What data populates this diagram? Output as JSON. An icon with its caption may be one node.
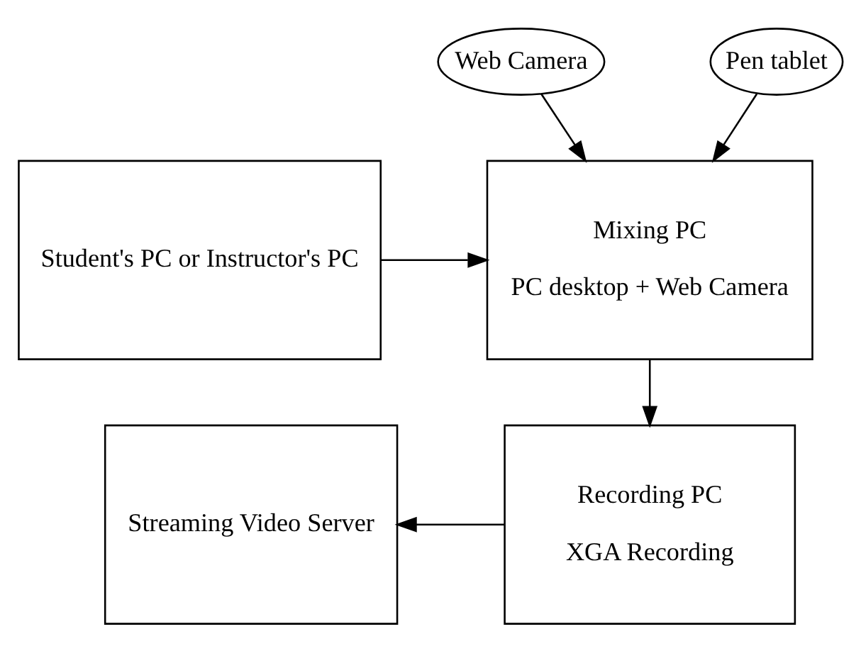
{
  "diagram": {
    "nodes": [
      {
        "text": [
          "Web Camera"
        ]
      },
      {
        "text": [
          "Pen tablet"
        ]
      },
      {
        "text": [
          "Student's PC or Instructor's PC"
        ]
      },
      {
        "text": [
          "Mixing PC",
          "PC desktop + Web Camera"
        ]
      },
      {
        "text": [
          "Streaming Video Server"
        ]
      },
      {
        "text": [
          "Recording PC",
          "XGA Recording"
        ]
      }
    ],
    "edges": [
      {
        "from": 0,
        "to": 3,
        "arrow": "to"
      },
      {
        "from": 1,
        "to": 3,
        "arrow": "to"
      },
      {
        "from": 2,
        "to": 3,
        "arrow": "to"
      },
      {
        "from": 3,
        "to": 5,
        "arrow": "to"
      },
      {
        "from": 5,
        "to": 4,
        "arrow": "to"
      }
    ]
  }
}
